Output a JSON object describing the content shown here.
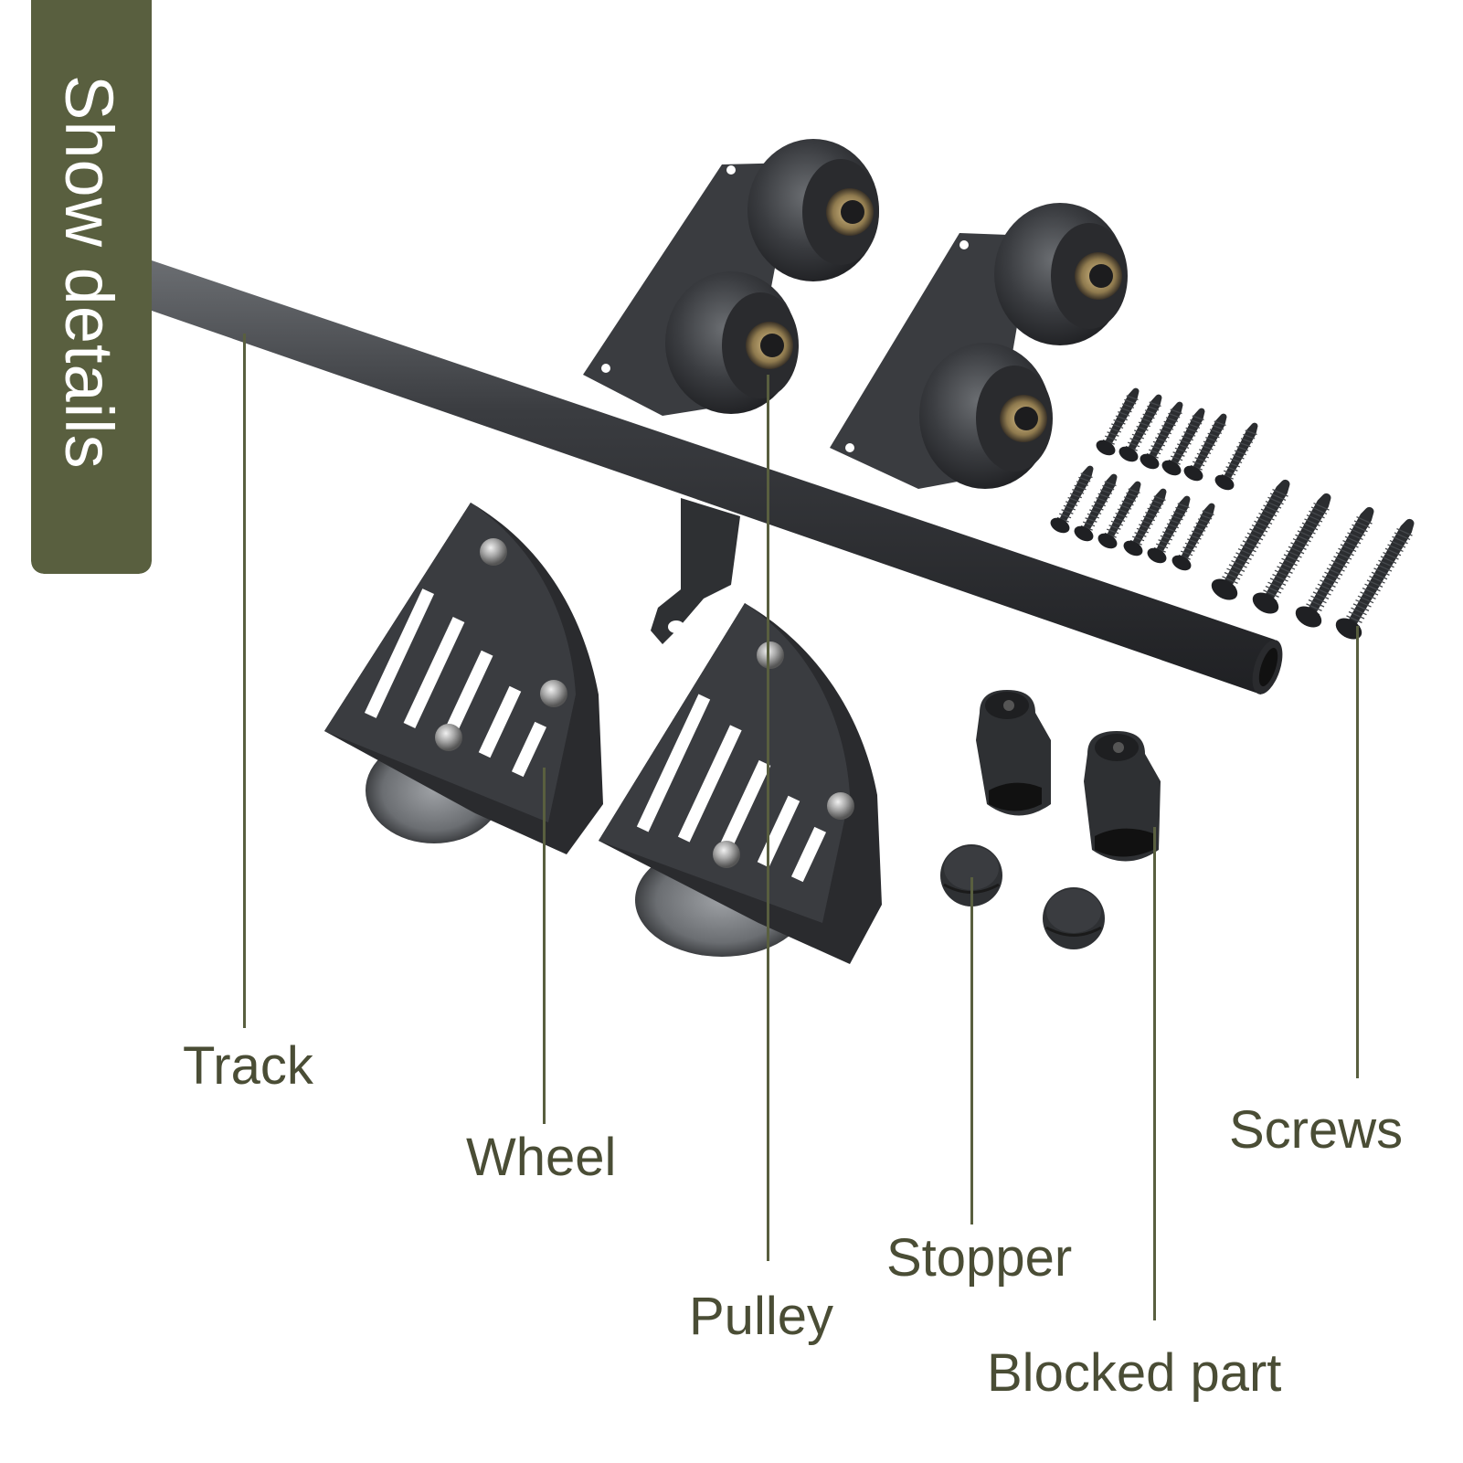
{
  "colors": {
    "accent": "#595f3f",
    "label_text": "#4a4d35",
    "leader_line": "#595f3f",
    "metal_dark": "#2b2d30",
    "metal_mid": "#45484c",
    "metal_light": "#6b6e72"
  },
  "side_tab": {
    "title": "Show details"
  },
  "labels": {
    "track": "Track",
    "wheel": "Wheel",
    "pulley": "Pulley",
    "stopper": "Stopper",
    "blocked_part": "Blocked part",
    "screws": "Screws"
  },
  "parts": {
    "track": {
      "icon": "track-rail-image"
    },
    "pulley": {
      "icon": "pulley-roller-image",
      "count": 2
    },
    "wheel": {
      "icon": "wheel-hanger-image",
      "count": 2
    },
    "stopper": {
      "icon": "stopper-cap-image",
      "count": 2
    },
    "blocked_part": {
      "icon": "blocked-part-image",
      "count": 2
    },
    "screws": {
      "icon": "screw-image",
      "small_count": 12,
      "large_count": 4
    }
  }
}
